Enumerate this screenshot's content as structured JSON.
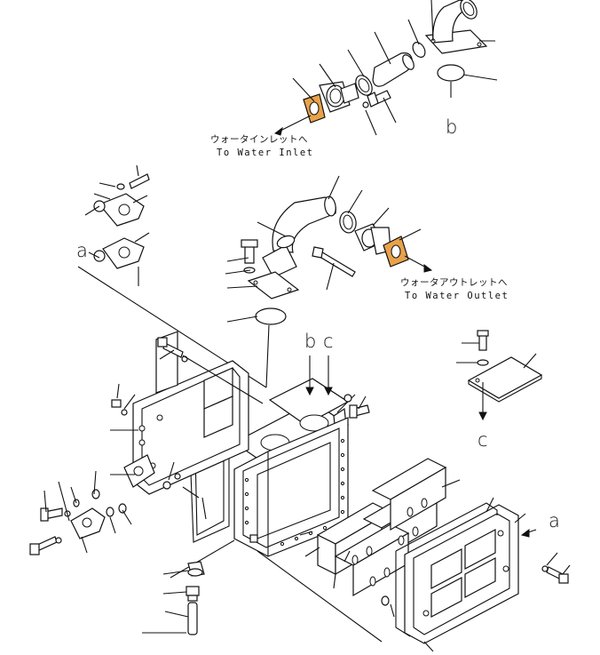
{
  "labels": {
    "water_inlet_jp": "ウォータインレットへ",
    "water_inlet_en": "To Water Inlet",
    "water_outlet_jp": "ウォータアウトレットへ",
    "water_outlet_en": "To Water Outlet",
    "ref_a": "a",
    "ref_b": "b",
    "ref_c": "c"
  },
  "colors": {
    "gasket_highlight": "#e8a24a",
    "line": "#111111"
  }
}
